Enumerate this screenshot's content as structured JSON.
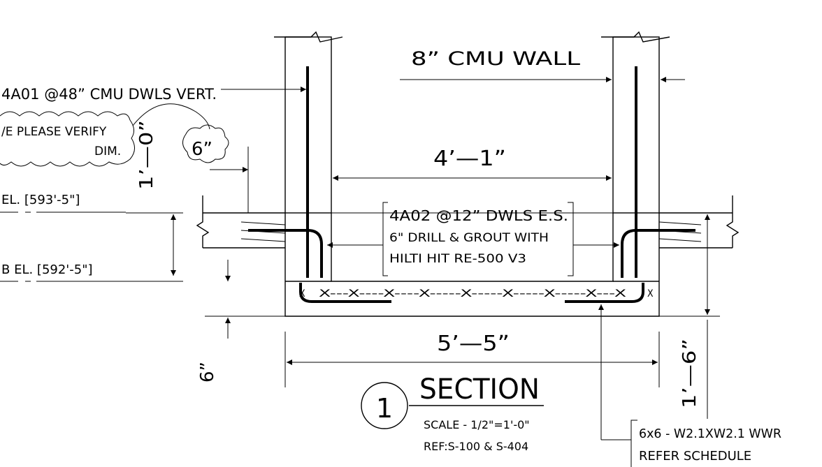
{
  "labels": {
    "cmu_wall": "8” CMU WALL",
    "dowel_vert": "4A01 @48” CMU DWLS VERT.",
    "verify_line1": "/E PLEASE VERIFY",
    "verify_line2": "DIM.",
    "cloud_dim": "6”",
    "top_el": "EL. [593'-5\"]",
    "bottom_el": "B EL. [592'-5\"]",
    "dowel_es_line1": "4A02 @12” DWLS E.S.",
    "dowel_es_line2": "6\" DRILL & GROUT WITH",
    "dowel_es_line3": "HILTI HIT RE-500 V3",
    "section_number": "1",
    "section_title": "SECTION",
    "scale": "SCALE - 1/2\"=1'-0\"",
    "ref": "REF:S-100 & S-404",
    "wwr_line1": "6x6 - W2.1XW2.1 WWR",
    "wwr_line2": "REFER SCHEDULE",
    "wwr_marks": "X---X----X----X-----X-----X-----X-----X---X",
    "wwr_end_left": "X",
    "wwr_end_right": "X"
  },
  "dimensions": {
    "inside_width": "4’—1”",
    "outside_width": "5’—5”",
    "left_height": "1’—0”",
    "slab_thickness": "6”",
    "right_height": "1’—6”"
  }
}
